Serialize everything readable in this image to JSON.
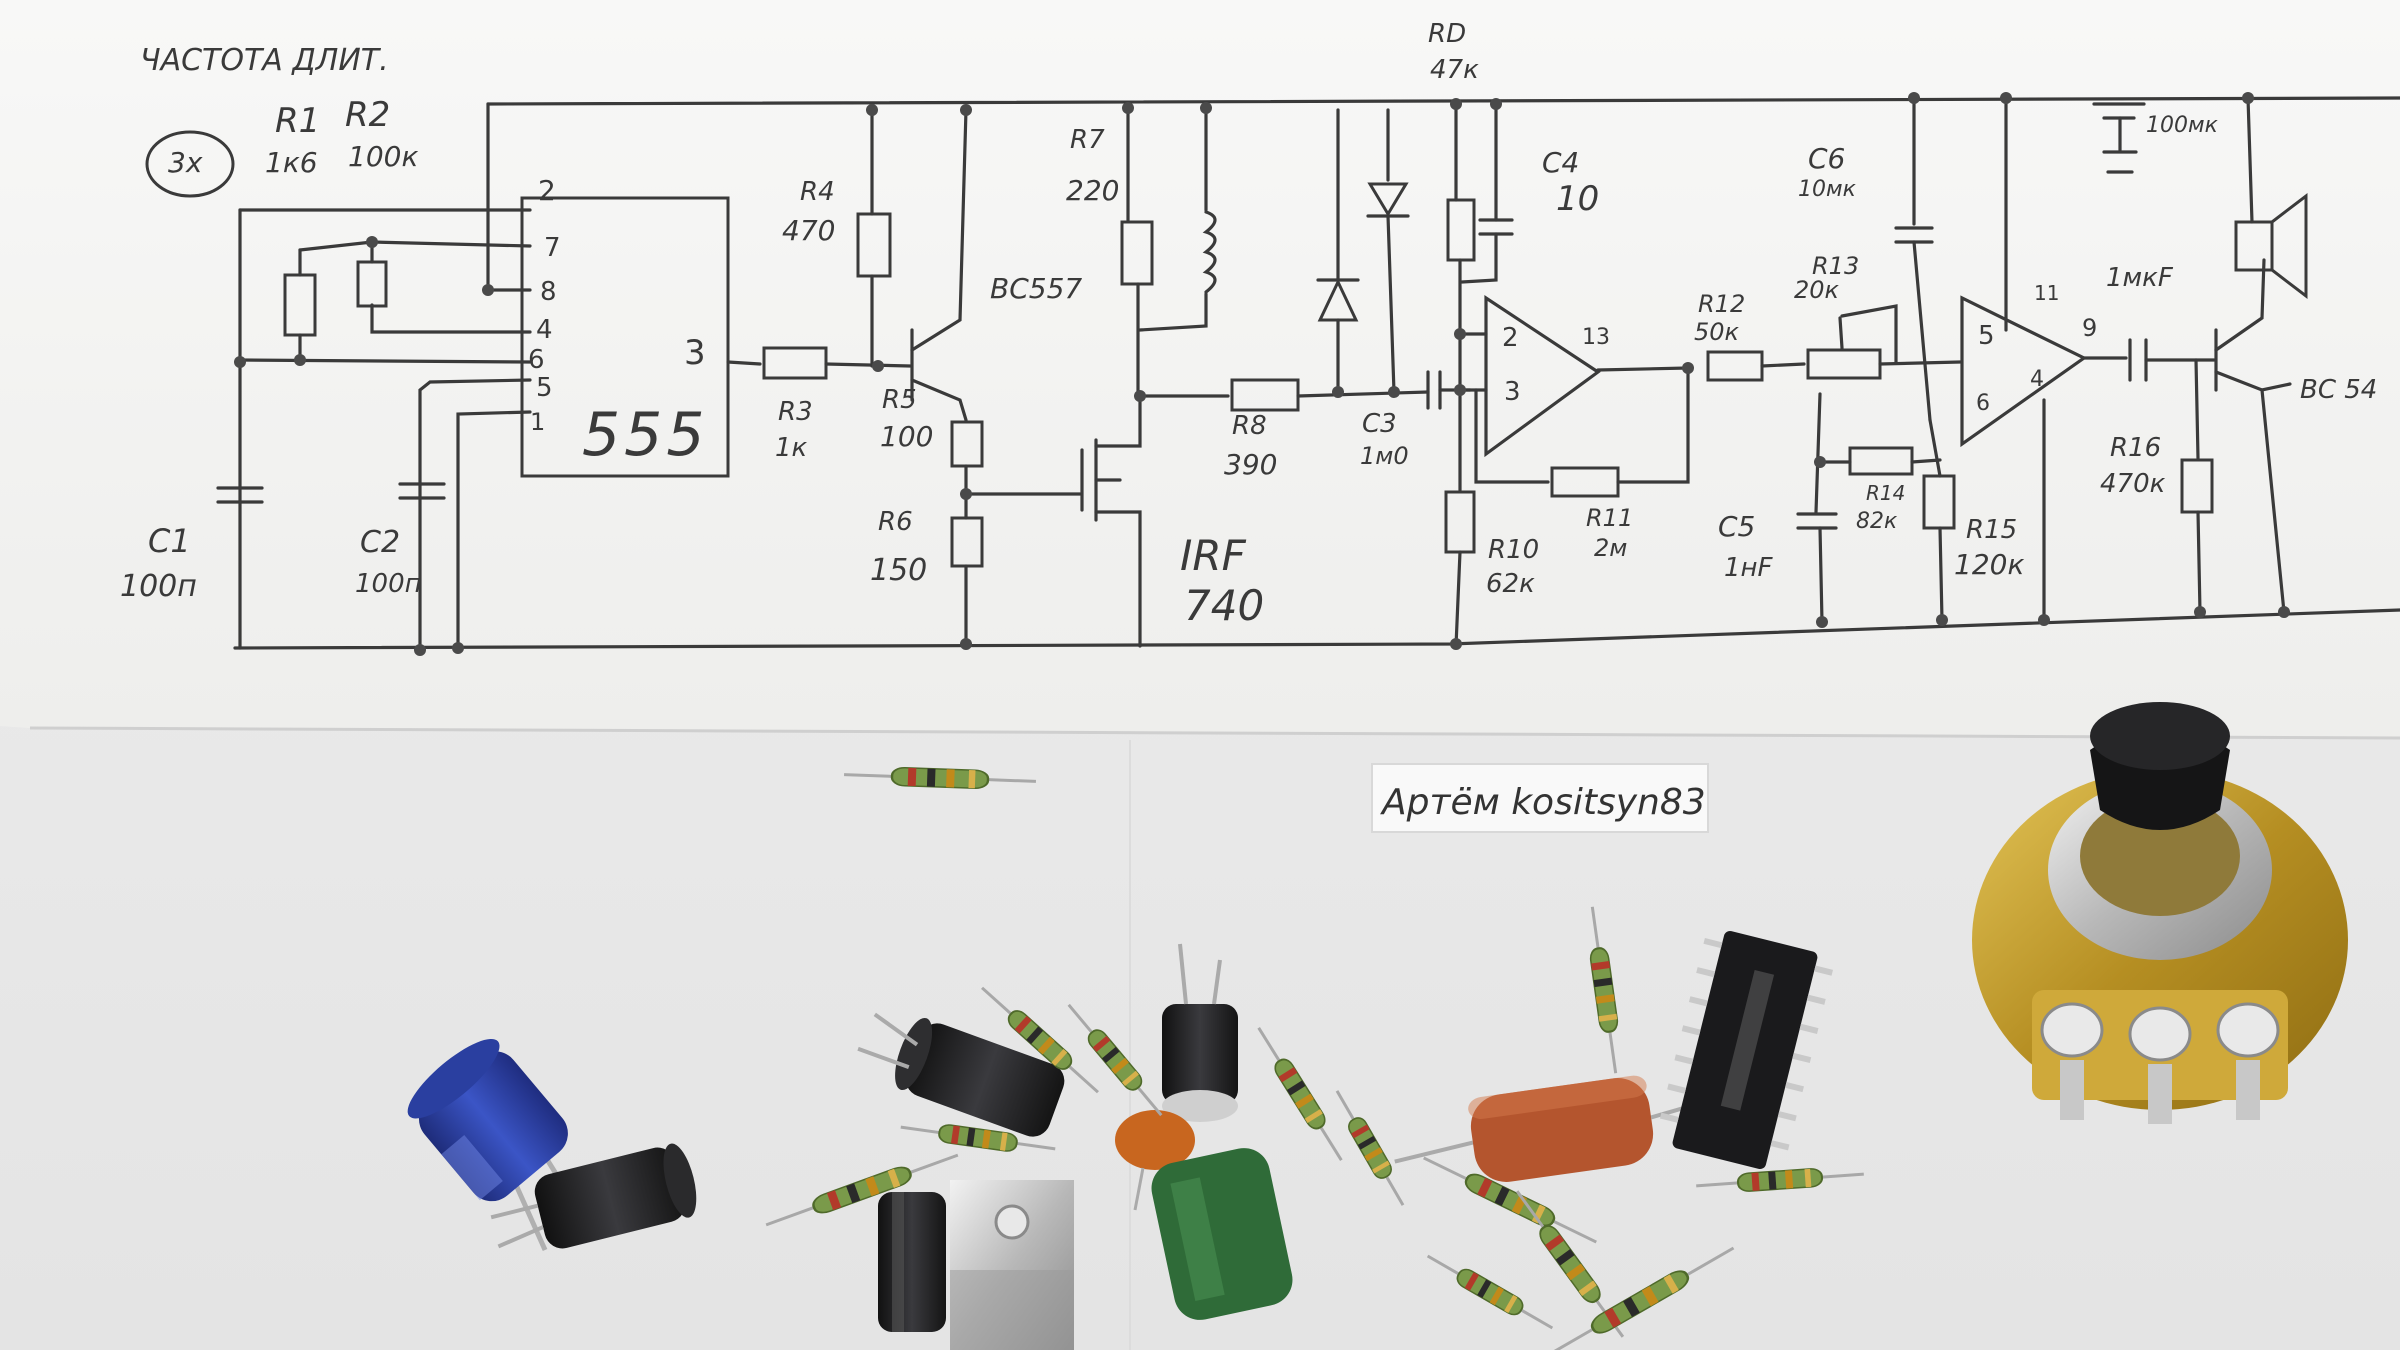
{
  "schematic": {
    "header_left": "ЧАСТОТА   ДЛИТ.",
    "r1": "R1",
    "r1_value": "1к6",
    "r2": "R2",
    "r2_value": "100к",
    "mult": "3x",
    "ic_555": "555",
    "ic_pins": [
      "2",
      "7",
      "8",
      "4",
      "6",
      "5",
      "1",
      "3"
    ],
    "c1": "C1",
    "c1_value": "100п",
    "c2": "C2",
    "c2_value": "100п",
    "r3": "R3",
    "r3_value": "1к",
    "r4": "R4",
    "r4_value": "470",
    "r5": "R5",
    "r5_value": "100",
    "r6": "R6",
    "r6_value": "150",
    "transistor_pnp": "BC557",
    "r7": "R7",
    "r7_value": "220",
    "mosfet": "IRF",
    "mosfet_num": "740",
    "r8": "R8",
    "r8_value": "390",
    "c3": "C3",
    "c3_value": "1м0",
    "rd": "RD",
    "rd_value": "47к",
    "c4": "C4",
    "c4_value": "10",
    "oa1_pins": [
      "2",
      "3",
      "13"
    ],
    "r10": "R10",
    "r10_value": "62к",
    "r11": "R11",
    "r11_value": "2м",
    "r12": "R12",
    "r12_value": "50к",
    "r13": "R13",
    "r13_value": "20к",
    "c6": "C6",
    "c6_value": "10мк",
    "c5": "C5",
    "c5_value": "1нF",
    "r14": "R14",
    "r14_value": "82к",
    "r15": "R15",
    "r15_value": "120к",
    "oa2_pins": [
      "5",
      "4",
      "6",
      "11",
      "9"
    ],
    "c7_value": "100мк",
    "c8": "1мкF",
    "r16": "R16",
    "r16_value": "470к",
    "transistor_out": "BC 54"
  },
  "watermark": "Артём kositsyn83",
  "colors": {
    "paper": "#f7f7f6",
    "ink": "#3a3a3a",
    "resistor_body": "#7a9a4a",
    "capacitor_blue": "#2a3fa0",
    "capacitor_black": "#1d1d1f",
    "film_cap": "#2f6b38",
    "orange_cap": "#c8661f",
    "brown_cap": "#b4552e",
    "pot_brass": "#c9a232"
  }
}
